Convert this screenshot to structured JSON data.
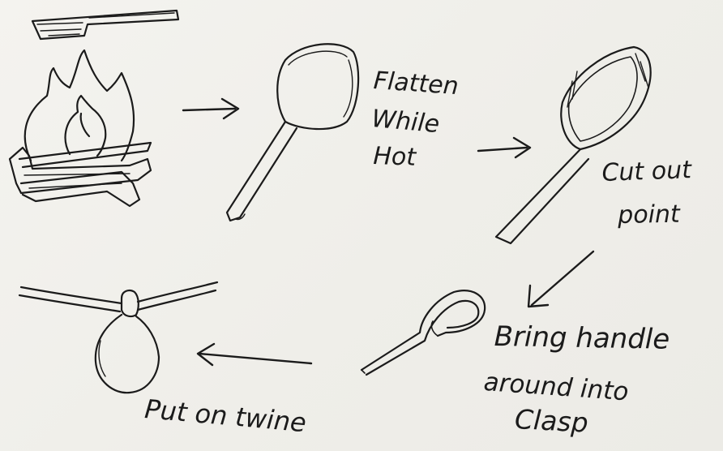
{
  "steps": {
    "flatten": {
      "line1": "Flatten",
      "line2": "While",
      "line3": "Hot"
    },
    "cut": {
      "line1": "Cut out",
      "line2": "point"
    },
    "bend": {
      "line1": "Bring handle",
      "line2": "around into",
      "line3": "Clasp"
    },
    "hang": {
      "line1": "Put on twine"
    }
  },
  "colors": {
    "ink": "#1b1b1b",
    "paper": "#f2f1ec"
  }
}
